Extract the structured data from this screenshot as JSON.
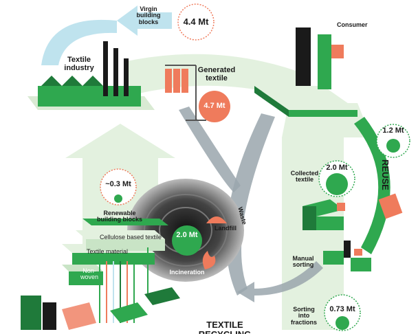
{
  "nodes": {
    "virgin": {
      "label": "Virgin\nbuilding\nblocks",
      "value": "4.4 Mt"
    },
    "textile_industry": {
      "label": "Textile\nindustry"
    },
    "generated": {
      "label": "Generated\ntextile",
      "value": "4.7 Mt"
    },
    "consumer": {
      "label": "Consumer"
    },
    "reuse": {
      "label": "REUSE",
      "value": "1.2 Mt"
    },
    "collected": {
      "label": "Collected\ntextile",
      "value": "2.0 Mt"
    },
    "manual": {
      "label": "Manual\nsorting"
    },
    "fractions": {
      "label": "Sorting\ninto\nfractions",
      "value": "0.73 Mt"
    },
    "renewable": {
      "label": "Renewable\nbuilding blocks",
      "value": "~0.3 Mt"
    },
    "incineration": {
      "label": "Incineration",
      "value": "2.0 Mt"
    },
    "landfill": {
      "label": "Landfill"
    },
    "waste": {
      "label": "Waste"
    }
  },
  "steps": {
    "cellulose": "Cellulose based textile",
    "material": "Textile material",
    "nonwoven": "Non-\nwoven"
  },
  "footer": {
    "title": "TEXTILE RECYCLING"
  },
  "colors": {
    "green": "#2fa84f",
    "dark_green": "#1f7a3a",
    "light_green": "#c9e4c6",
    "pale_green": "#e3f1df",
    "blue_light": "#bfe3ee",
    "salmon": "#ef7b5c",
    "grey": "#9aa6ad"
  }
}
